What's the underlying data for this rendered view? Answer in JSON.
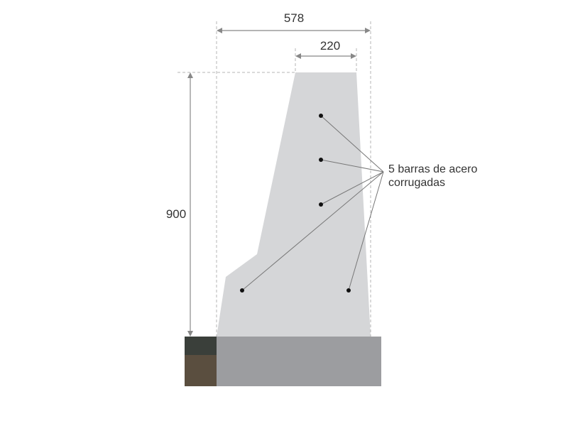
{
  "dimensions": {
    "total_width": "578",
    "top_width": "220",
    "height": "900"
  },
  "callout": {
    "line1": "5 barras de acero",
    "line2": "corrugadas"
  },
  "bar_count": 5,
  "colors": {
    "barrier": "#d5d6d8",
    "base_slab": "#9c9da0",
    "soil_top": "#3a3f3a",
    "soil_bottom": "#5a4e3f",
    "rebar": "#111111",
    "dimension": "#888888"
  }
}
